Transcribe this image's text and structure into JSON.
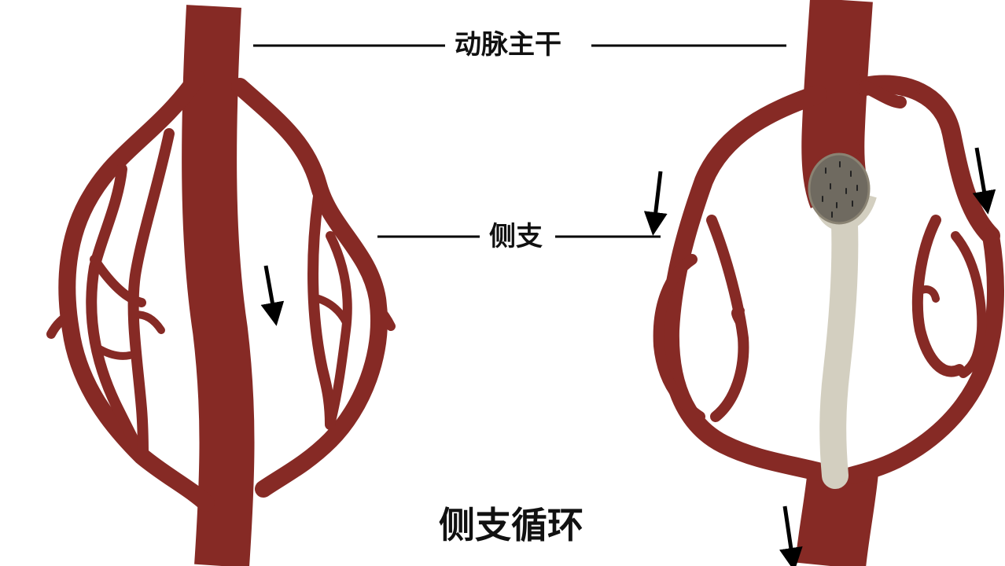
{
  "labels": {
    "main_trunk": "动脉主干",
    "collateral_branch": "侧支",
    "title": "侧支循环"
  },
  "colors": {
    "artery": "#862a25",
    "background": "#ffffff",
    "thrombus": "#6f6a60",
    "occluded_segment": "#d3cfc0",
    "text": "#111111"
  },
  "icons": {
    "flow_arrow": "arrow-down-icon",
    "thrombus": "thrombus-icon"
  }
}
